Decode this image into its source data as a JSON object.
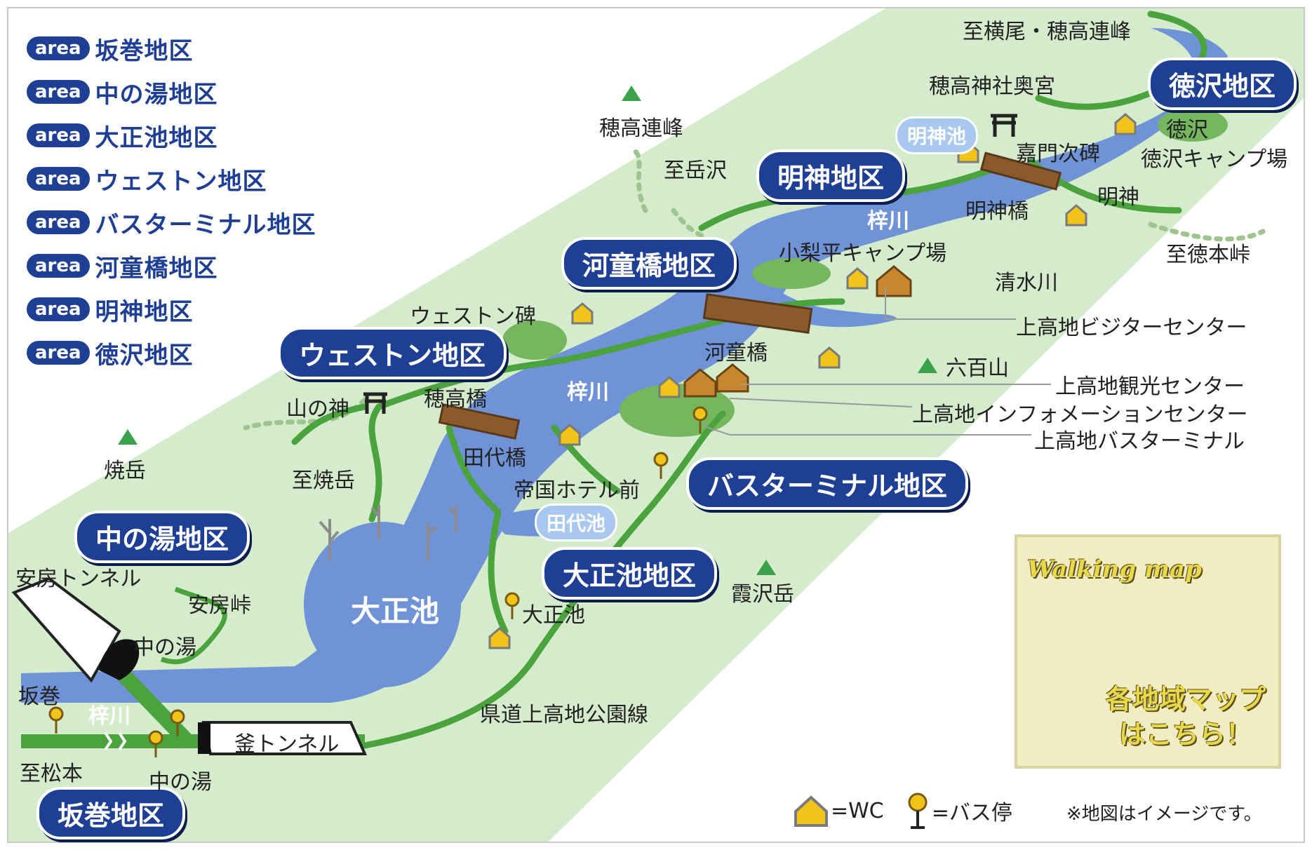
{
  "area_legend": {
    "pill": "area",
    "items": [
      "坂巻地区",
      "中の湯地区",
      "大正池地区",
      "ウェストン地区",
      "バスターミナル地区",
      "河童橋地区",
      "明神地区",
      "徳沢地区"
    ]
  },
  "district_badges": {
    "tokusawa": "徳沢地区",
    "myojin": "明神地区",
    "kappabashi": "河童橋地区",
    "weston": "ウェストン地区",
    "bus_terminal": "バスターミナル地区",
    "taisho_ike": "大正池地区",
    "nakanoyu": "中の湯地区",
    "sakamaki": "坂巻地区"
  },
  "places": {
    "yokoo": "至横尾・穂高連峰",
    "hotaka_shrine": "穂高神社奥宮",
    "hotaka_renpo": "穂高連峰",
    "dakesawa": "至岳沢",
    "kamonji": "嘉門次碑",
    "tokusawa": "徳沢",
    "tokusawa_camp": "徳沢キャンプ場",
    "myojin": "明神",
    "myojin_bashi": "明神橋",
    "tokugo": "至徳本峠",
    "konashidaira": "小梨平キャンプ場",
    "shimizu": "清水川",
    "visitor_center": "上高地ビジターセンター",
    "weston_hi": "ウェストン碑",
    "kappabashi": "河童橋",
    "roppyaku": "六百山",
    "kanko_center": "上高地観光センター",
    "info_center": "上高地インフォメーションセンター",
    "bus_terminal": "上高地バスターミナル",
    "yamanokami": "山の神",
    "hotaka_bashi": "穂高橋",
    "yakedake": "焼岳",
    "tashiro_bashi": "田代橋",
    "itaru_yakedake": "至焼岳",
    "teikoku": "帝国ホテル前",
    "kasumizawa": "霞沢岳",
    "taisho_stop": "大正池",
    "abo_tunnel": "安房トンネル",
    "abo_pass": "安房峠",
    "nakanoyu_upper": "中の湯",
    "sakamaki": "坂巻",
    "matsumoto": "至松本",
    "nakanoyu_lower": "中の湯",
    "kama_tunnel": "釜トンネル",
    "prefectural_road": "県道上高地公園線"
  },
  "water": {
    "azusa_upper": "梓川",
    "azusa_mid": "梓川",
    "azusa_lower": "梓川",
    "myojin_ike": "明神池",
    "tashiro_ike": "田代池",
    "taisho_ike": "大正池"
  },
  "legend": {
    "wc": "=WC",
    "bus": "=バス停",
    "note": "※地図はイメージです。"
  },
  "walking_map": {
    "title": "Walking map",
    "cta_line1": "各地域マップ",
    "cta_line2": "はこちら！"
  },
  "colors": {
    "band": "#d4ebcc",
    "river": "#6f93d6",
    "road": "#4aa33c",
    "badge": "#1f3f95",
    "wc": "#f0c419"
  }
}
